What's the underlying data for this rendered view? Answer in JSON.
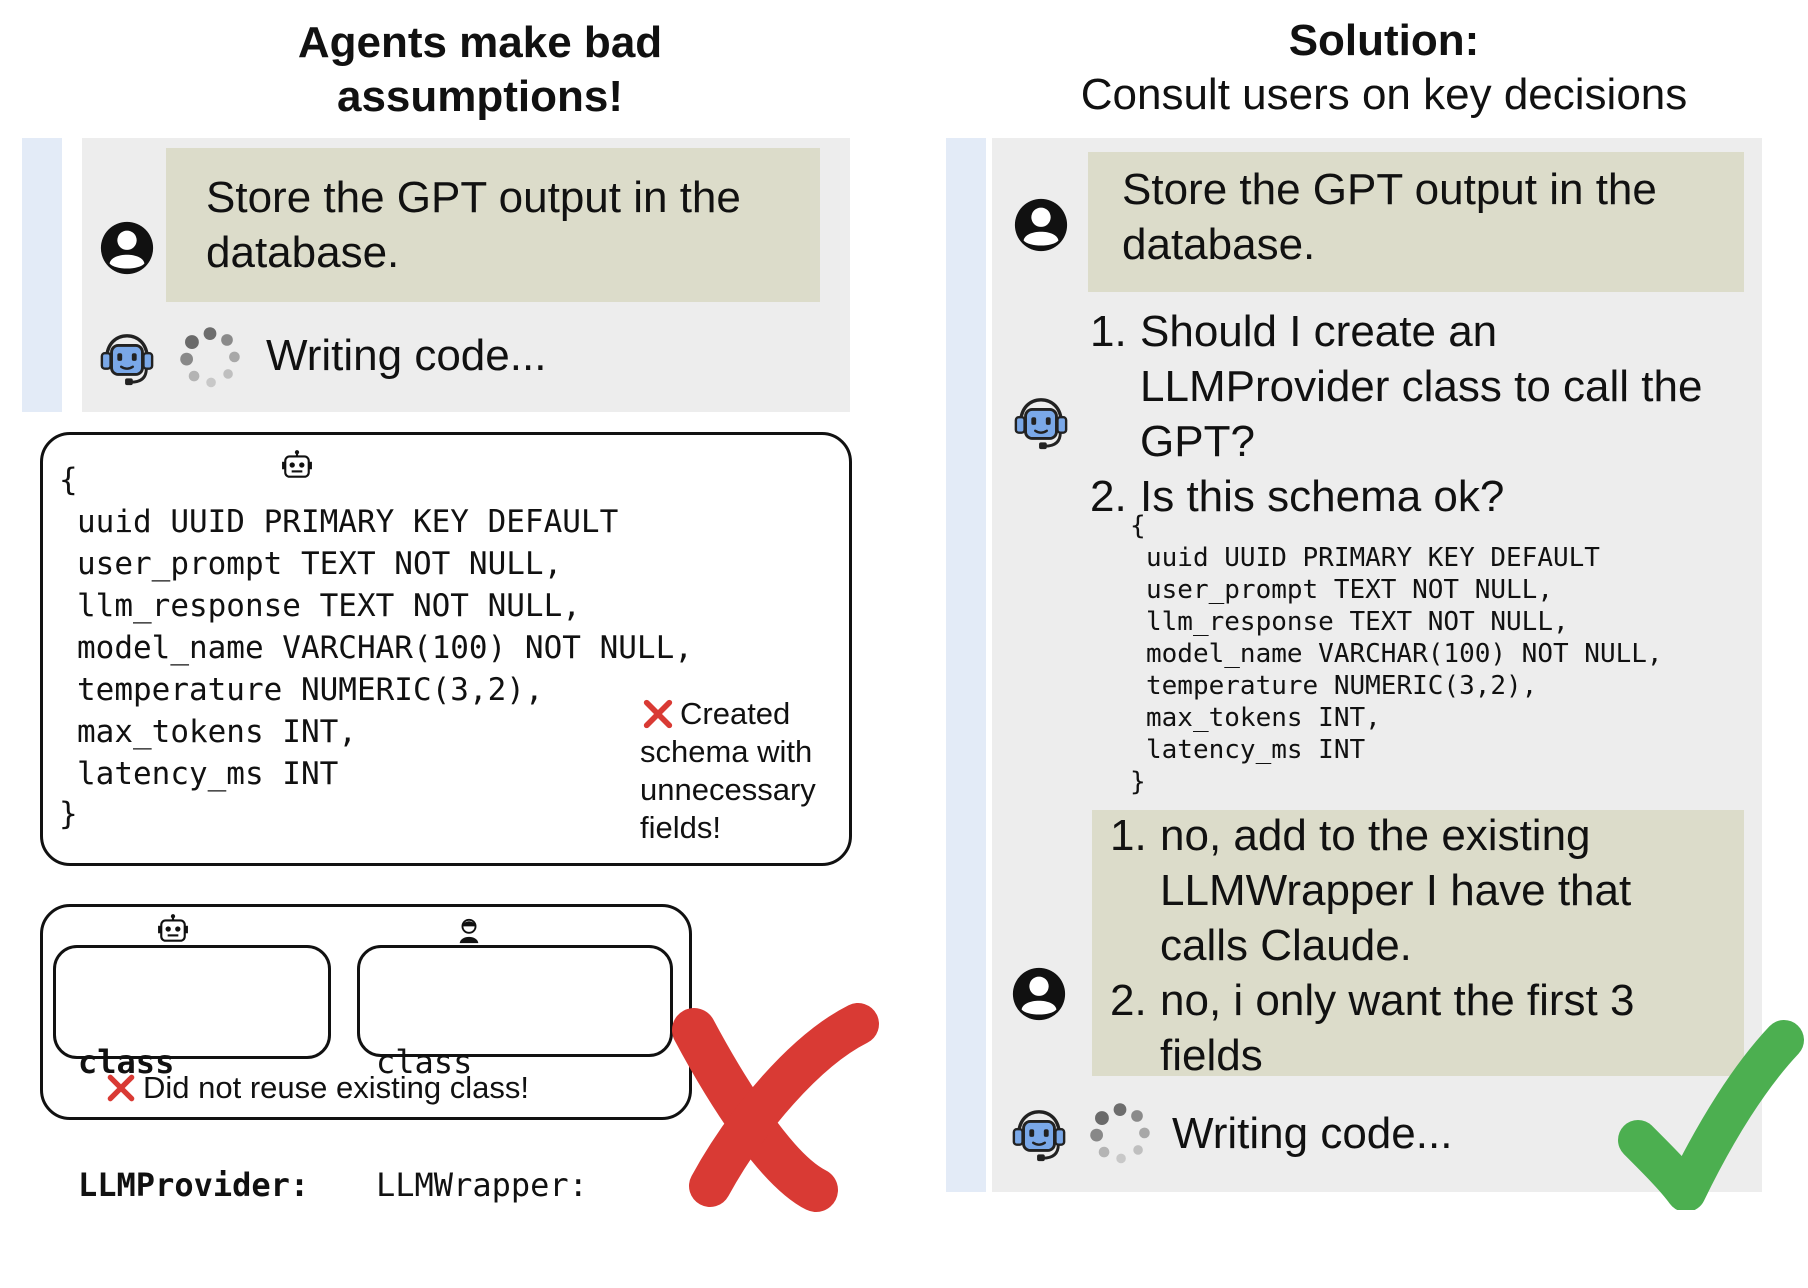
{
  "left": {
    "title_line1": "Agents make bad",
    "title_line2": "assumptions!",
    "user_message_line1": "Store the GPT output in the",
    "user_message_line2": "database.",
    "agent_status": "Writing code...",
    "code_open": "{",
    "code_lines": [
      "uuid UUID PRIMARY KEY DEFAULT",
      "user_prompt TEXT NOT NULL,",
      "llm_response TEXT NOT NULL,",
      "model_name VARCHAR(100) NOT NULL,",
      "temperature NUMERIC(3,2),",
      "max_tokens INT,",
      "latency_ms INT"
    ],
    "code_close": "}",
    "schema_note_lines": [
      "Created",
      "schema with",
      "unnecessary",
      "fields!"
    ],
    "class_agent_line1": "class",
    "class_agent_line2": "LLMProvider:",
    "class_user_line1": "class",
    "class_user_line2": "LLMWrapper:",
    "class_note": "Did not reuse existing class!"
  },
  "right": {
    "title_line1": "Solution:",
    "title_line2": "Consult users on key decisions",
    "user_message_line1": "Store the GPT output in the",
    "user_message_line2": "database.",
    "agent_questions": [
      {
        "num": "1.",
        "lines": [
          "Should I create an",
          "LLMProvider class to call the",
          "GPT?"
        ]
      },
      {
        "num": "2.",
        "lines": [
          "Is this schema ok?"
        ]
      }
    ],
    "code_open": "{",
    "code_lines": [
      "uuid UUID PRIMARY KEY DEFAULT",
      "user_prompt TEXT NOT NULL,",
      "llm_response TEXT NOT NULL,",
      "model_name VARCHAR(100) NOT NULL,",
      "temperature NUMERIC(3,2),",
      "max_tokens INT,",
      "latency_ms INT"
    ],
    "code_close": "}",
    "user_answers": [
      {
        "num": "1.",
        "lines": [
          "no, add to the existing",
          "LLMWrapper I have that",
          "calls Claude."
        ]
      },
      {
        "num": "2.",
        "lines": [
          "no, i only want the first 3",
          "fields"
        ]
      }
    ],
    "agent_status": "Writing code..."
  },
  "colors": {
    "stripe": "#e3ebf7",
    "panel": "#ededed",
    "bubble": "#dcdcca",
    "cross": "#d93a34",
    "check": "#4caf50",
    "agent_blue": "#7aa8e8"
  },
  "icons": {
    "user": "user-avatar-icon",
    "agent": "headset-robot-icon",
    "spinner": "loading-spinner-icon",
    "robot_small": "small-robot-icon",
    "person_small": "small-person-icon",
    "red_x": "red-x-icon",
    "big_cross": "big-red-cross-icon",
    "big_check": "big-green-check-icon"
  }
}
